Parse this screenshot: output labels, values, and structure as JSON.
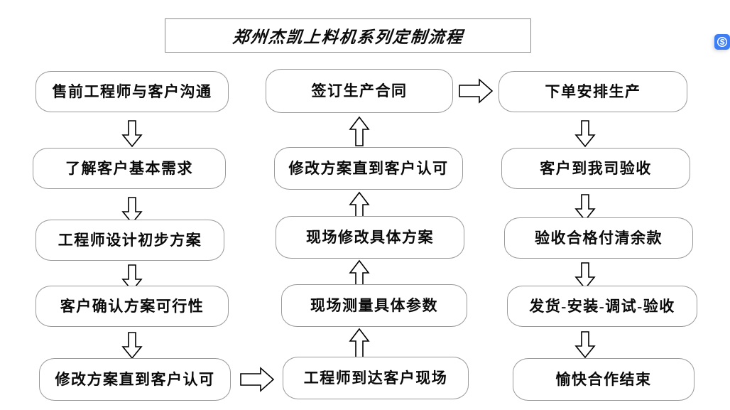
{
  "title": {
    "text": "郑州杰凯上料机系列定制流程"
  },
  "theme": {
    "box_border": "#9a9a9a",
    "title_border": "#8a8a8a",
    "text_color": "#0a0a0a",
    "background": "#ffffff",
    "badge_blue": "#3d7ef5"
  },
  "columns": [
    {
      "name": "column-1",
      "direction": "down",
      "steps": [
        {
          "label": "售前工程师与客户沟通"
        },
        {
          "label": "了解客户基本需求"
        },
        {
          "label": "工程师设计初步方案"
        },
        {
          "label": "客户确认方案可行性"
        },
        {
          "label": "修改方案直到客户认可"
        }
      ]
    },
    {
      "name": "column-2",
      "direction": "up",
      "steps": [
        {
          "label": "签订生产合同"
        },
        {
          "label": "修改方案直到客户认可"
        },
        {
          "label": "现场修改具体方案"
        },
        {
          "label": "现场测量具体参数"
        },
        {
          "label": "工程师到达客户现场"
        }
      ]
    },
    {
      "name": "column-3",
      "direction": "down",
      "steps": [
        {
          "label": "下单安排生产"
        },
        {
          "label": "客户到我司验收"
        },
        {
          "label": "验收合格付清余款"
        },
        {
          "label": "发货-安装-调试-验收"
        },
        {
          "label": "愉快合作结束"
        }
      ]
    }
  ],
  "connectors": [
    {
      "name": "connector-col1-bottom-to-col2-bottom",
      "direction": "right"
    },
    {
      "name": "connector-col2-top-to-col3-top",
      "direction": "right"
    }
  ],
  "badge": {
    "name": "browser-extension-badge",
    "glyph": "S"
  }
}
